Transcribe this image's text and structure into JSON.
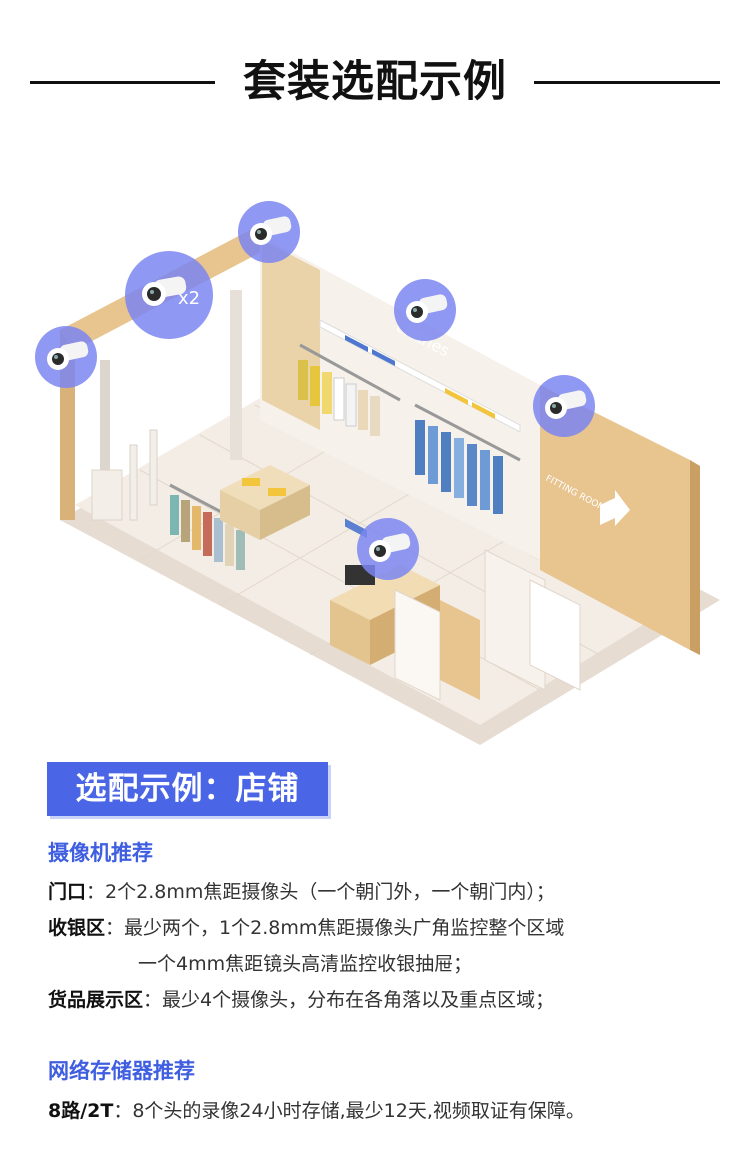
{
  "title": "套装选配示例",
  "scene": {
    "camera_badges": [
      {
        "icon": "camera-icon",
        "multiplier": ""
      },
      {
        "icon": "camera-icon",
        "multiplier": "x2"
      },
      {
        "icon": "camera-icon",
        "multiplier": ""
      },
      {
        "icon": "camera-icon",
        "multiplier": ""
      },
      {
        "icon": "camera-icon",
        "multiplier": ""
      },
      {
        "icon": "camera-icon",
        "multiplier": ""
      }
    ],
    "wall_sign": "clothes",
    "room_sign": "FITTING ROOM"
  },
  "section_tag": "选配示例：店铺",
  "camera_recommend": {
    "heading": "摄像机推荐",
    "items": [
      {
        "label": "门口",
        "text": "：2个2.8mm焦距摄像头（一个朝门外，一个朝门内）；"
      },
      {
        "label": "收银区",
        "text": "：最少两个，1个2.8mm焦距摄像头广角监控整个区域"
      },
      {
        "label": "",
        "text": "一个4mm焦距镜头高清监控收银抽屉；"
      },
      {
        "label": "货品展示区",
        "text": "：最少4个摄像头，分布在各角落以及重点区域；"
      }
    ]
  },
  "nvr_recommend": {
    "heading": "网络存储器推荐",
    "items": [
      {
        "label": "8路/2T",
        "text": "：8个头的录像24小时存储,最少12天,视频取证有保障。"
      }
    ]
  },
  "colors": {
    "accent": "#4a66e6",
    "camera_halo": "#7b86f0",
    "wood": "#e8c48f",
    "floor": "#efe7df"
  }
}
